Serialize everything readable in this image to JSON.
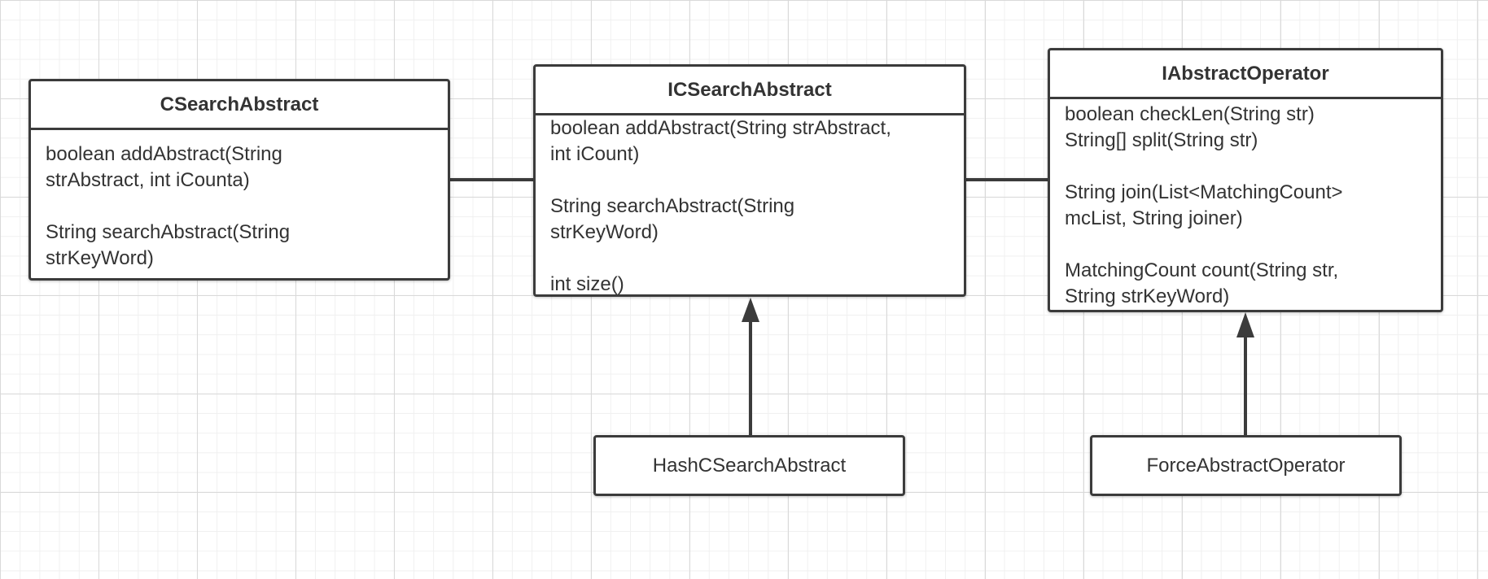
{
  "colors": {
    "border": "#3b3b3b",
    "text": "#333333",
    "grid_major": "#d9d9d9",
    "grid_minor": "#f0f0f0",
    "background": "#ffffff"
  },
  "classes": {
    "csearch_abstract": {
      "name": "CSearchAbstract",
      "members": "boolean addAbstract(String\nstrAbstract, int iCounta)\n\nString searchAbstract(String\nstrKeyWord)"
    },
    "icsearch_abstract": {
      "name": "ICSearchAbstract",
      "members": "boolean addAbstract(String strAbstract,\nint iCount)\n\nString searchAbstract(String\nstrKeyWord)\n\nint size()"
    },
    "iabstract_operator": {
      "name": "IAbstractOperator",
      "members": "boolean checkLen(String str)\nString[] split(String str)\n\nString join(List<MatchingCount>\nmcList, String joiner)\n\nMatchingCount count(String str,\nString strKeyWord)"
    },
    "hash_csearch_abstract": {
      "name": "HashCSearchAbstract"
    },
    "force_abstract_operator": {
      "name": "ForceAbstractOperator"
    }
  }
}
